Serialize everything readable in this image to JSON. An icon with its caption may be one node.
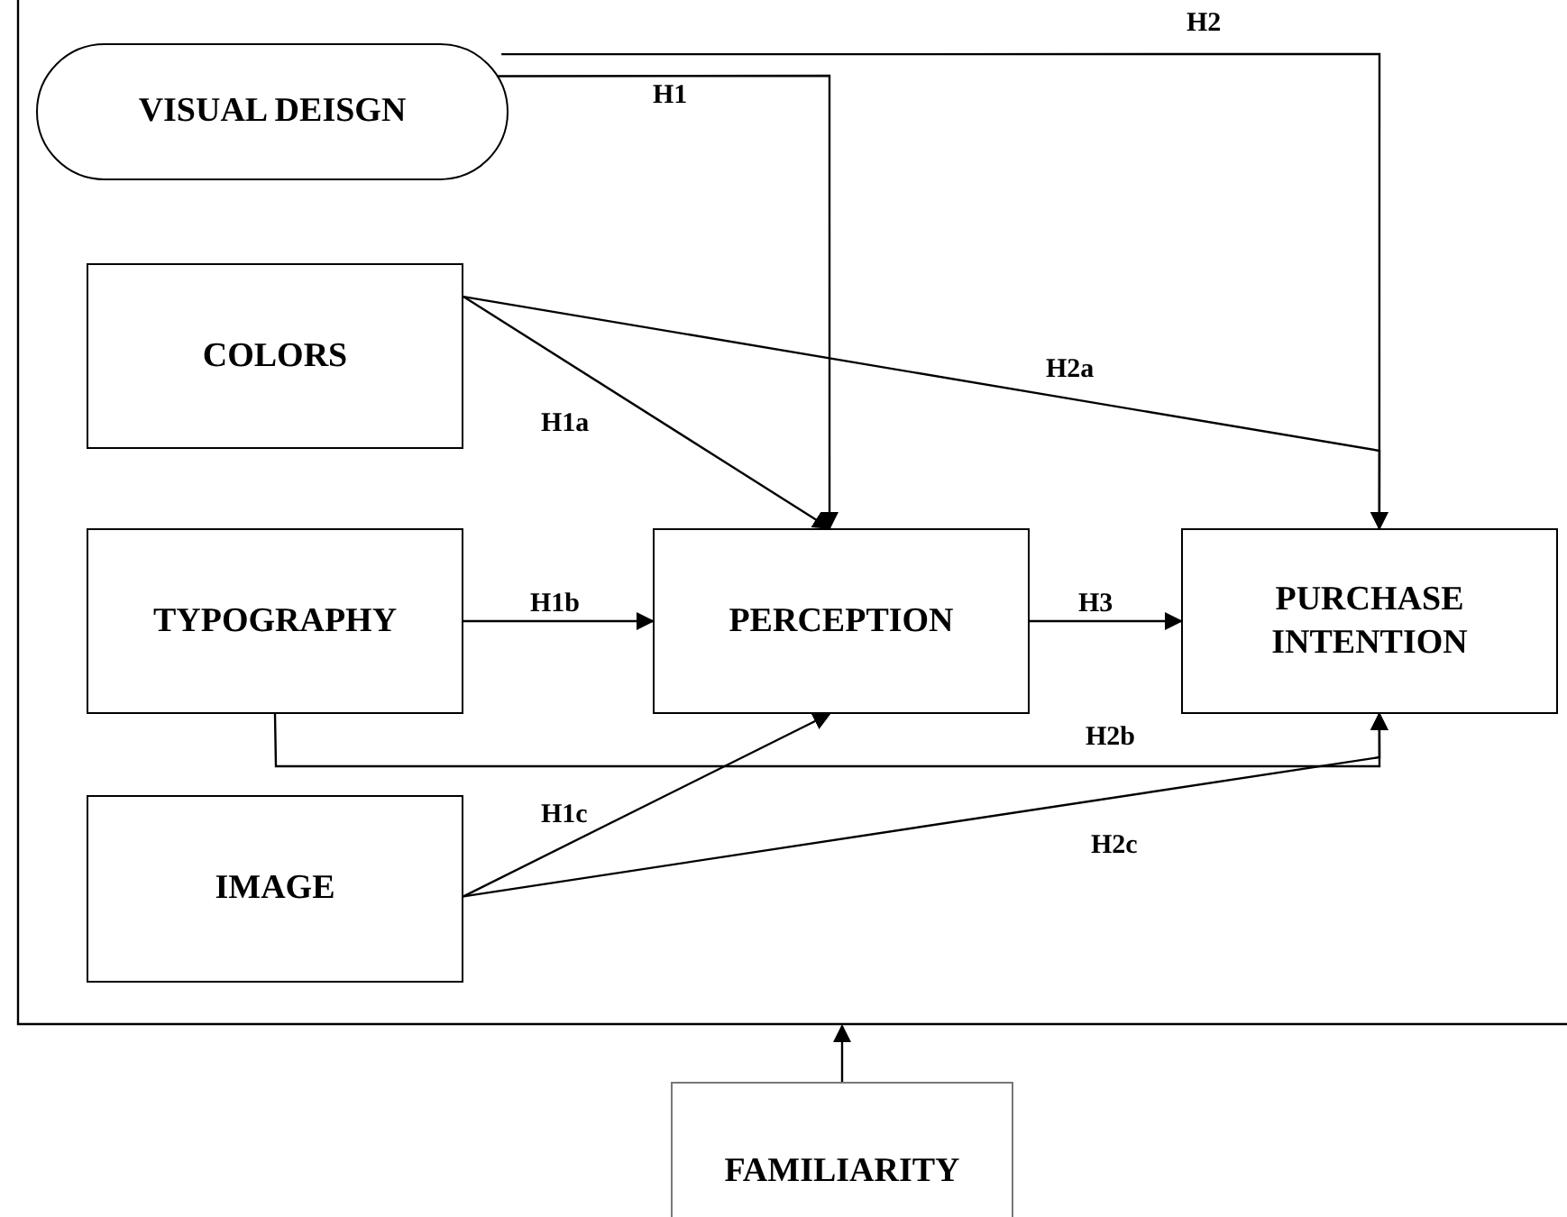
{
  "diagram": {
    "nodes": [
      {
        "text": [
          "VISUAL DEISGN"
        ]
      },
      {
        "text": [
          "COLORS"
        ]
      },
      {
        "text": [
          "TYPOGRAPHY"
        ]
      },
      {
        "text": [
          "IMAGE"
        ]
      },
      {
        "text": [
          "PERCEPTION"
        ]
      },
      {
        "text": [
          "PURCHASE INTENTION"
        ]
      },
      {
        "text": [
          "FAMILIARITY"
        ]
      }
    ],
    "edges": [
      {
        "from": 0,
        "to": 4,
        "arrow": "to",
        "label": "H1"
      },
      {
        "from": 0,
        "to": 5,
        "arrow": "to",
        "label": "H2"
      },
      {
        "from": 1,
        "to": 4,
        "arrow": "to",
        "label": "H1a"
      },
      {
        "from": 1,
        "to": 5,
        "arrow": "to",
        "label": "H2a"
      },
      {
        "from": 2,
        "to": 4,
        "arrow": "to",
        "label": "H1b"
      },
      {
        "from": 4,
        "to": 5,
        "arrow": "to",
        "label": "H3"
      },
      {
        "from": 2,
        "to": 5,
        "arrow": "to",
        "label": "H2b"
      },
      {
        "from": 3,
        "to": 4,
        "arrow": "to",
        "label": "H1c"
      },
      {
        "from": 3,
        "to": 5,
        "arrow": "to",
        "label": "H2c"
      },
      {
        "from": 6,
        "to": null,
        "arrow": "to"
      }
    ]
  }
}
